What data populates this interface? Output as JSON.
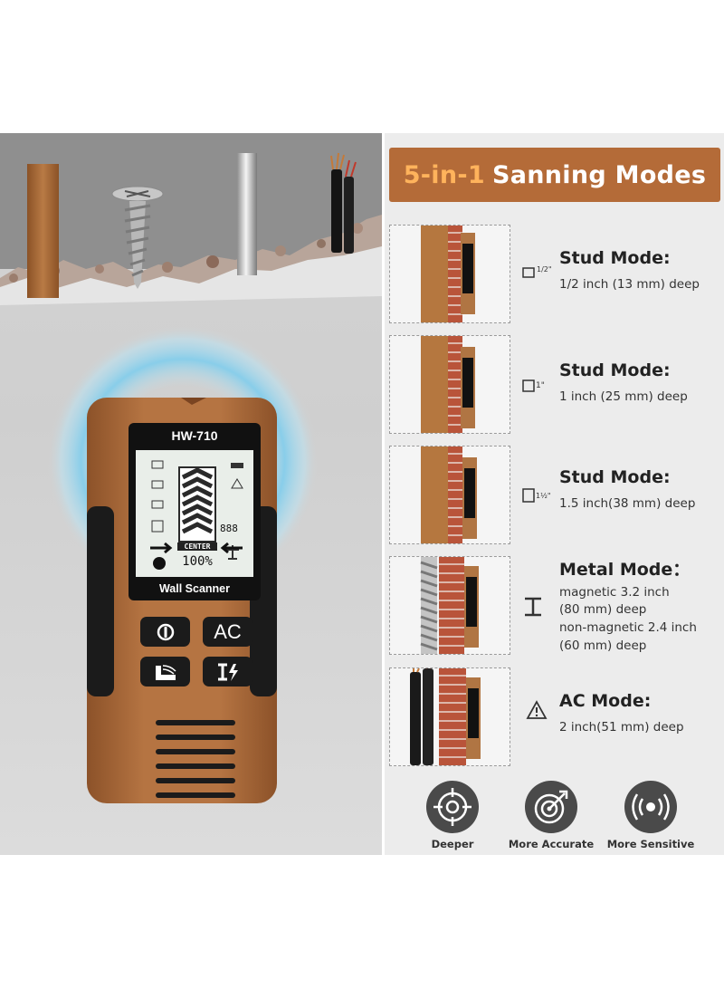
{
  "title": {
    "number": "5-in-1",
    "rest": "Sanning Modes"
  },
  "device": {
    "model": "HW-710",
    "name": "Wall Scanner",
    "lcd_center": "CENTER",
    "lcd_percent": "100%",
    "lcd_digits": "888",
    "buttons": {
      "power": "power-icon",
      "ac": "AC",
      "mode": "scan-icon",
      "metal": "metal-ac-icon"
    }
  },
  "modes": [
    {
      "title": "Stud Mode:",
      "desc": [
        "1/2 inch (13 mm) deep"
      ],
      "icon": "stud-half-icon",
      "icon_label": "1/2\""
    },
    {
      "title": "Stud Mode:",
      "desc": [
        "1 inch (25 mm) deep"
      ],
      "icon": "stud-1-icon",
      "icon_label": "1\""
    },
    {
      "title": "Stud Mode:",
      "desc": [
        "1.5 inch(38 mm) deep"
      ],
      "icon": "stud-1half-icon",
      "icon_label": "1 1/2\""
    },
    {
      "title": "Metal Mode：",
      "desc": [
        "magnetic 3.2 inch",
        "(80 mm) deep",
        "non-magnetic  2.4 inch",
        "(60 mm) deep"
      ],
      "icon": "i-beam-icon"
    },
    {
      "title": "AC Mode:",
      "desc": [
        "2 inch(51 mm) deep"
      ],
      "icon": "warning-icon"
    }
  ],
  "features": [
    {
      "label": "Deeper",
      "icon": "target-icon"
    },
    {
      "label": "More Accurate",
      "icon": "bullseye-arrow-icon"
    },
    {
      "label": "More Sensitive",
      "icon": "signal-waves-icon"
    }
  ],
  "colors": {
    "brand": "#b46b38",
    "accent": "#ffb35c",
    "device_body": "#a8683a",
    "dark": "#1b1b1b"
  }
}
